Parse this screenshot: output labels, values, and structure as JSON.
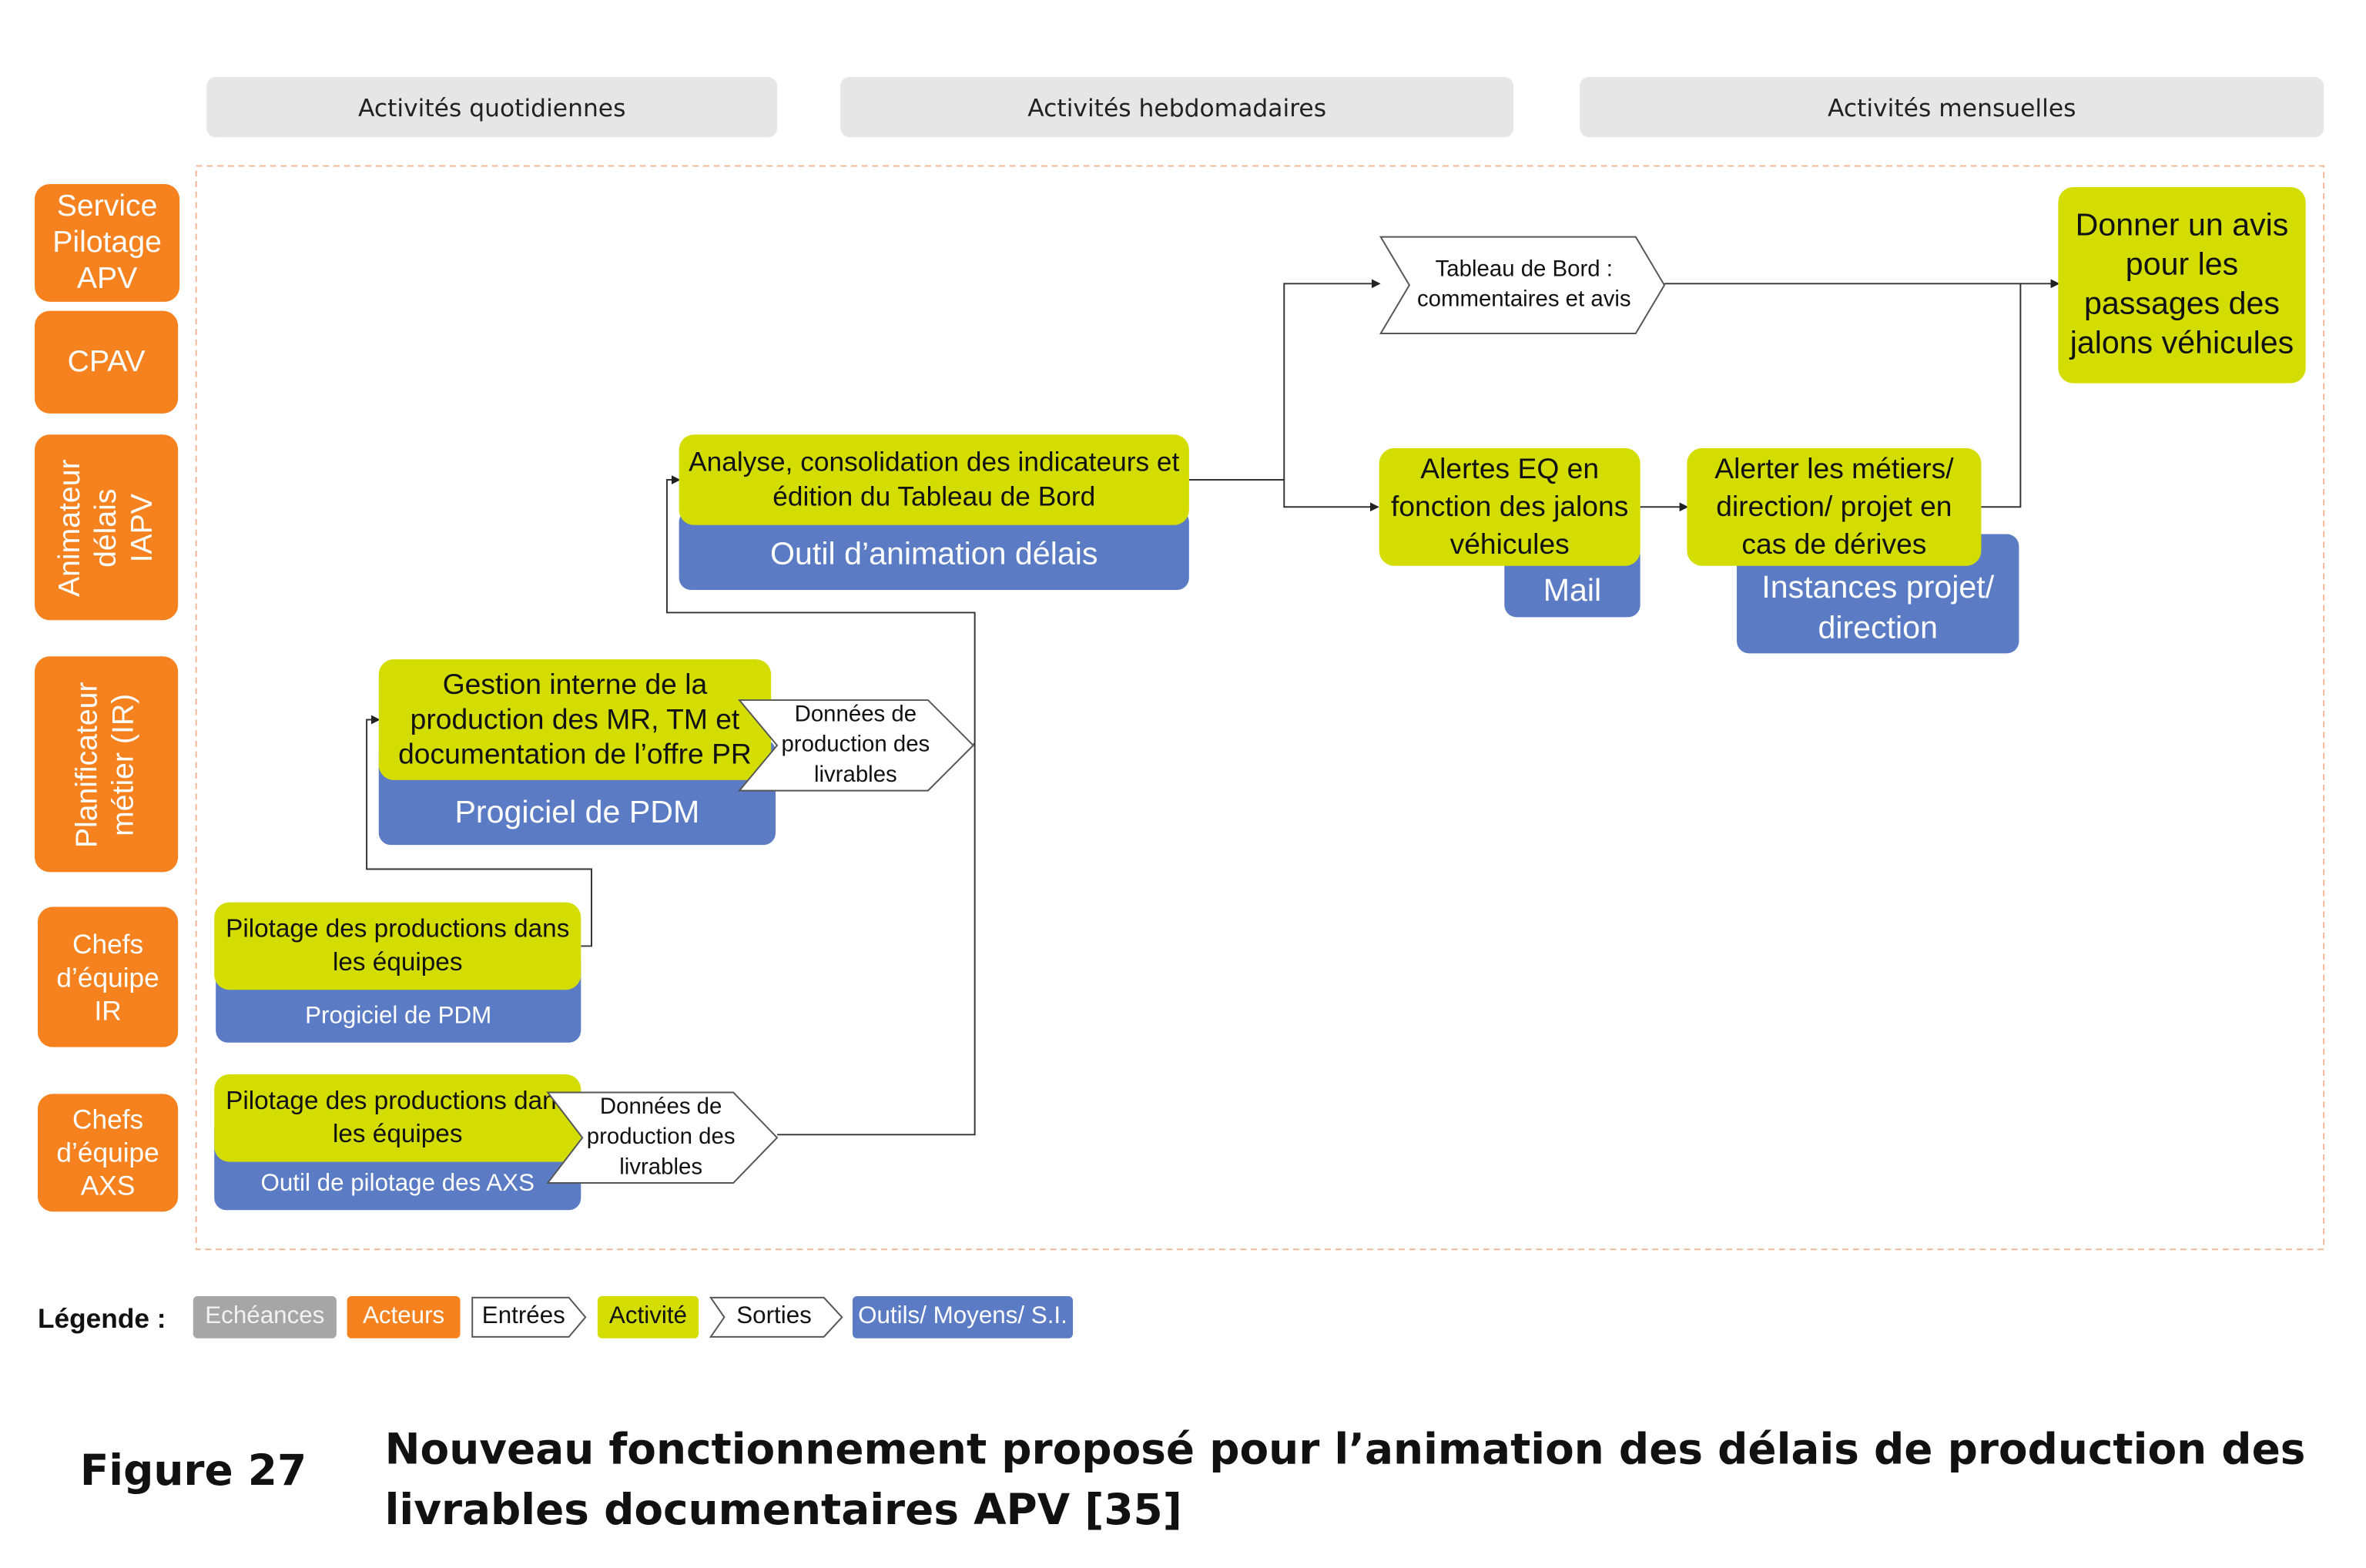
{
  "phases": {
    "daily": "Activités quotidiennes",
    "weekly": "Activités hebdomadaires",
    "monthly": "Activités mensuelles"
  },
  "actors": {
    "service_pilotage": "Service Pilotage APV",
    "cpav": "CPAV",
    "animateur": "Animateur délais IAPV",
    "planificateur": "Planificateur métier (IR)",
    "chefs_ir": "Chefs d’équipe IR",
    "chefs_axs": "Chefs d’équipe AXS"
  },
  "activities": {
    "pilotage_axs": "Pilotage des productions dans les équipes",
    "pilotage_ir": "Pilotage des productions dans les équipes",
    "gestion_interne": "Gestion interne de la production des MR, TM et documentation de l’offre PR",
    "analyse": "Analyse, consolidation des indicateurs et édition du Tableau de Bord",
    "alertes_eq": "Alertes EQ en fonction des jalons véhicules",
    "alerter_metiers": "Alerter les métiers/ direction/ projet en cas de dérives",
    "donner_avis": "Donner un avis pour les passages des jalons véhicules"
  },
  "tools": {
    "outil_axs": "Outil de pilotage des AXS",
    "progiciel_ir": "Progiciel de PDM",
    "progiciel_pdm": "Progiciel de PDM",
    "outil_animation": "Outil d’animation délais",
    "mail": "Mail",
    "instances": "Instances projet/ direction"
  },
  "flows": {
    "donnees_axs": "Données de production des livrables",
    "donnees_pdm": "Données de production des livrables",
    "tableau_bord": "Tableau de Bord : commentaires et avis"
  },
  "legend": {
    "title": "Légende :",
    "echeances": "Echéances",
    "acteurs": "Acteurs",
    "entrees": "Entrées",
    "activite": "Activité",
    "sorties": "Sorties",
    "outils": "Outils/ Moyens/ S.I."
  },
  "caption": {
    "figure": "Figure 27",
    "line1": "Nouveau fonctionnement proposé pour l’animation des délais de production des",
    "line2": "livrables documentaires APV [35]"
  },
  "colors": {
    "actor": "#f5821f",
    "activity": "#d4dd02",
    "tool": "#5b7cc4",
    "phase": "#e6e6e6",
    "frame": "#f0b896"
  }
}
